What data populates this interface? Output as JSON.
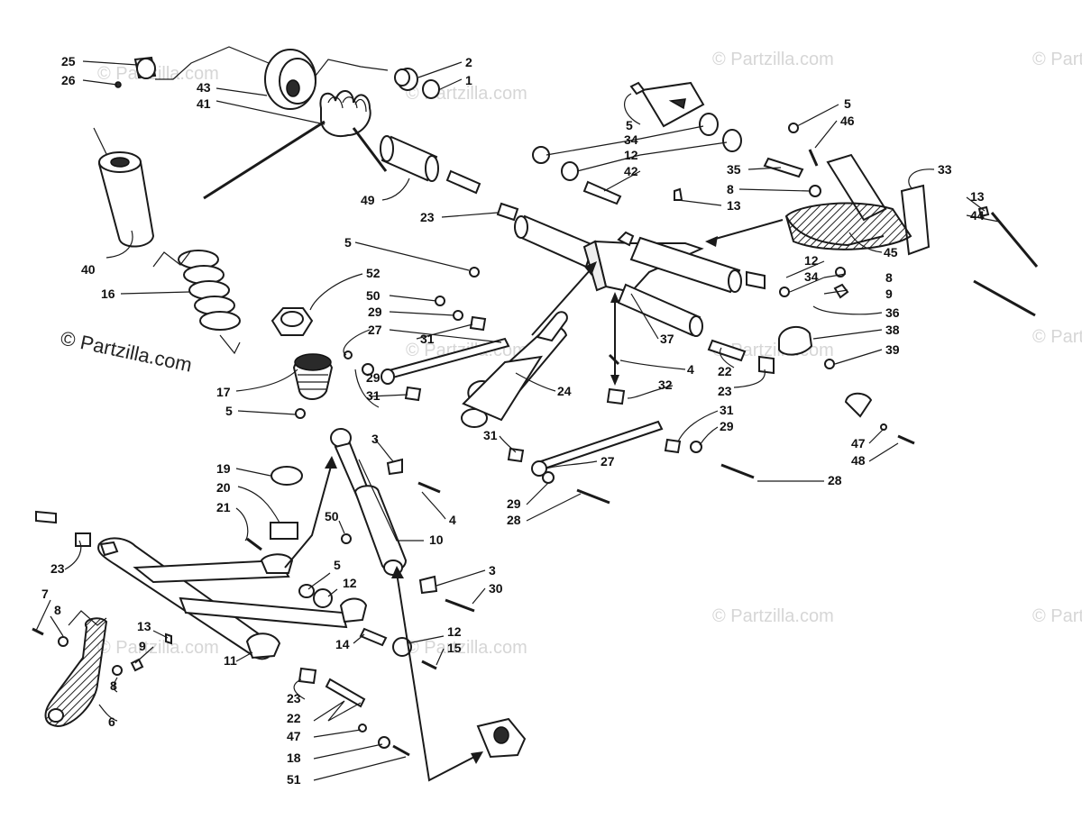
{
  "copyright": "© Partzilla.com",
  "watermark": "© Partzilla.com",
  "callouts": [
    {
      "id": "c25",
      "label": "25"
    },
    {
      "id": "c26",
      "label": "26"
    },
    {
      "id": "c43",
      "label": "43"
    },
    {
      "id": "c41",
      "label": "41"
    },
    {
      "id": "c2",
      "label": "2"
    },
    {
      "id": "c1",
      "label": "1"
    },
    {
      "id": "c5a",
      "label": "5"
    },
    {
      "id": "c34a",
      "label": "34"
    },
    {
      "id": "c12a",
      "label": "12"
    },
    {
      "id": "c42",
      "label": "42"
    },
    {
      "id": "c5b",
      "label": "5"
    },
    {
      "id": "c46",
      "label": "46"
    },
    {
      "id": "c33",
      "label": "33"
    },
    {
      "id": "c35",
      "label": "35"
    },
    {
      "id": "c8a",
      "label": "8"
    },
    {
      "id": "c13a",
      "label": "13"
    },
    {
      "id": "c13b",
      "label": "13"
    },
    {
      "id": "c44",
      "label": "44"
    },
    {
      "id": "c49",
      "label": "49"
    },
    {
      "id": "c23a",
      "label": "23"
    },
    {
      "id": "c40",
      "label": "40"
    },
    {
      "id": "c16",
      "label": "16"
    },
    {
      "id": "c5c",
      "label": "5"
    },
    {
      "id": "c45",
      "label": "45"
    },
    {
      "id": "c12b",
      "label": "12"
    },
    {
      "id": "c34b",
      "label": "34"
    },
    {
      "id": "c8b",
      "label": "8"
    },
    {
      "id": "c9a",
      "label": "9"
    },
    {
      "id": "c36",
      "label": "36"
    },
    {
      "id": "c52",
      "label": "52"
    },
    {
      "id": "c50a",
      "label": "50"
    },
    {
      "id": "c29a",
      "label": "29"
    },
    {
      "id": "c27a",
      "label": "27"
    },
    {
      "id": "c31a",
      "label": "31"
    },
    {
      "id": "c37",
      "label": "37"
    },
    {
      "id": "c38",
      "label": "38"
    },
    {
      "id": "c39",
      "label": "39"
    },
    {
      "id": "c4a",
      "label": "4"
    },
    {
      "id": "c22a",
      "label": "22"
    },
    {
      "id": "c23b",
      "label": "23"
    },
    {
      "id": "c32",
      "label": "32"
    },
    {
      "id": "c17",
      "label": "17"
    },
    {
      "id": "c29b",
      "label": "29"
    },
    {
      "id": "c31b",
      "label": "31"
    },
    {
      "id": "c24",
      "label": "24"
    },
    {
      "id": "c5d",
      "label": "5"
    },
    {
      "id": "c3a",
      "label": "3"
    },
    {
      "id": "c31c",
      "label": "31"
    },
    {
      "id": "c31d",
      "label": "31"
    },
    {
      "id": "c29c",
      "label": "29"
    },
    {
      "id": "c47a",
      "label": "47"
    },
    {
      "id": "c48",
      "label": "48"
    },
    {
      "id": "c27b",
      "label": "27"
    },
    {
      "id": "c28a",
      "label": "28"
    },
    {
      "id": "c19",
      "label": "19"
    },
    {
      "id": "c29d",
      "label": "29"
    },
    {
      "id": "c28b",
      "label": "28"
    },
    {
      "id": "c20",
      "label": "20"
    },
    {
      "id": "c4b",
      "label": "4"
    },
    {
      "id": "c21",
      "label": "21"
    },
    {
      "id": "c50b",
      "label": "50"
    },
    {
      "id": "c10",
      "label": "10"
    },
    {
      "id": "c23c",
      "label": "23"
    },
    {
      "id": "c3b",
      "label": "3"
    },
    {
      "id": "c30",
      "label": "30"
    },
    {
      "id": "c5e",
      "label": "5"
    },
    {
      "id": "c12c",
      "label": "12"
    },
    {
      "id": "c7",
      "label": "7"
    },
    {
      "id": "c8c",
      "label": "8"
    },
    {
      "id": "c13c",
      "label": "13"
    },
    {
      "id": "c9b",
      "label": "9"
    },
    {
      "id": "c12d",
      "label": "12"
    },
    {
      "id": "c14",
      "label": "14"
    },
    {
      "id": "c15",
      "label": "15"
    },
    {
      "id": "c11",
      "label": "11"
    },
    {
      "id": "c8d",
      "label": "8"
    },
    {
      "id": "c23d",
      "label": "23"
    },
    {
      "id": "c22b",
      "label": "22"
    },
    {
      "id": "c6",
      "label": "6"
    },
    {
      "id": "c47b",
      "label": "47"
    },
    {
      "id": "c18",
      "label": "18"
    },
    {
      "id": "c51",
      "label": "51"
    }
  ]
}
